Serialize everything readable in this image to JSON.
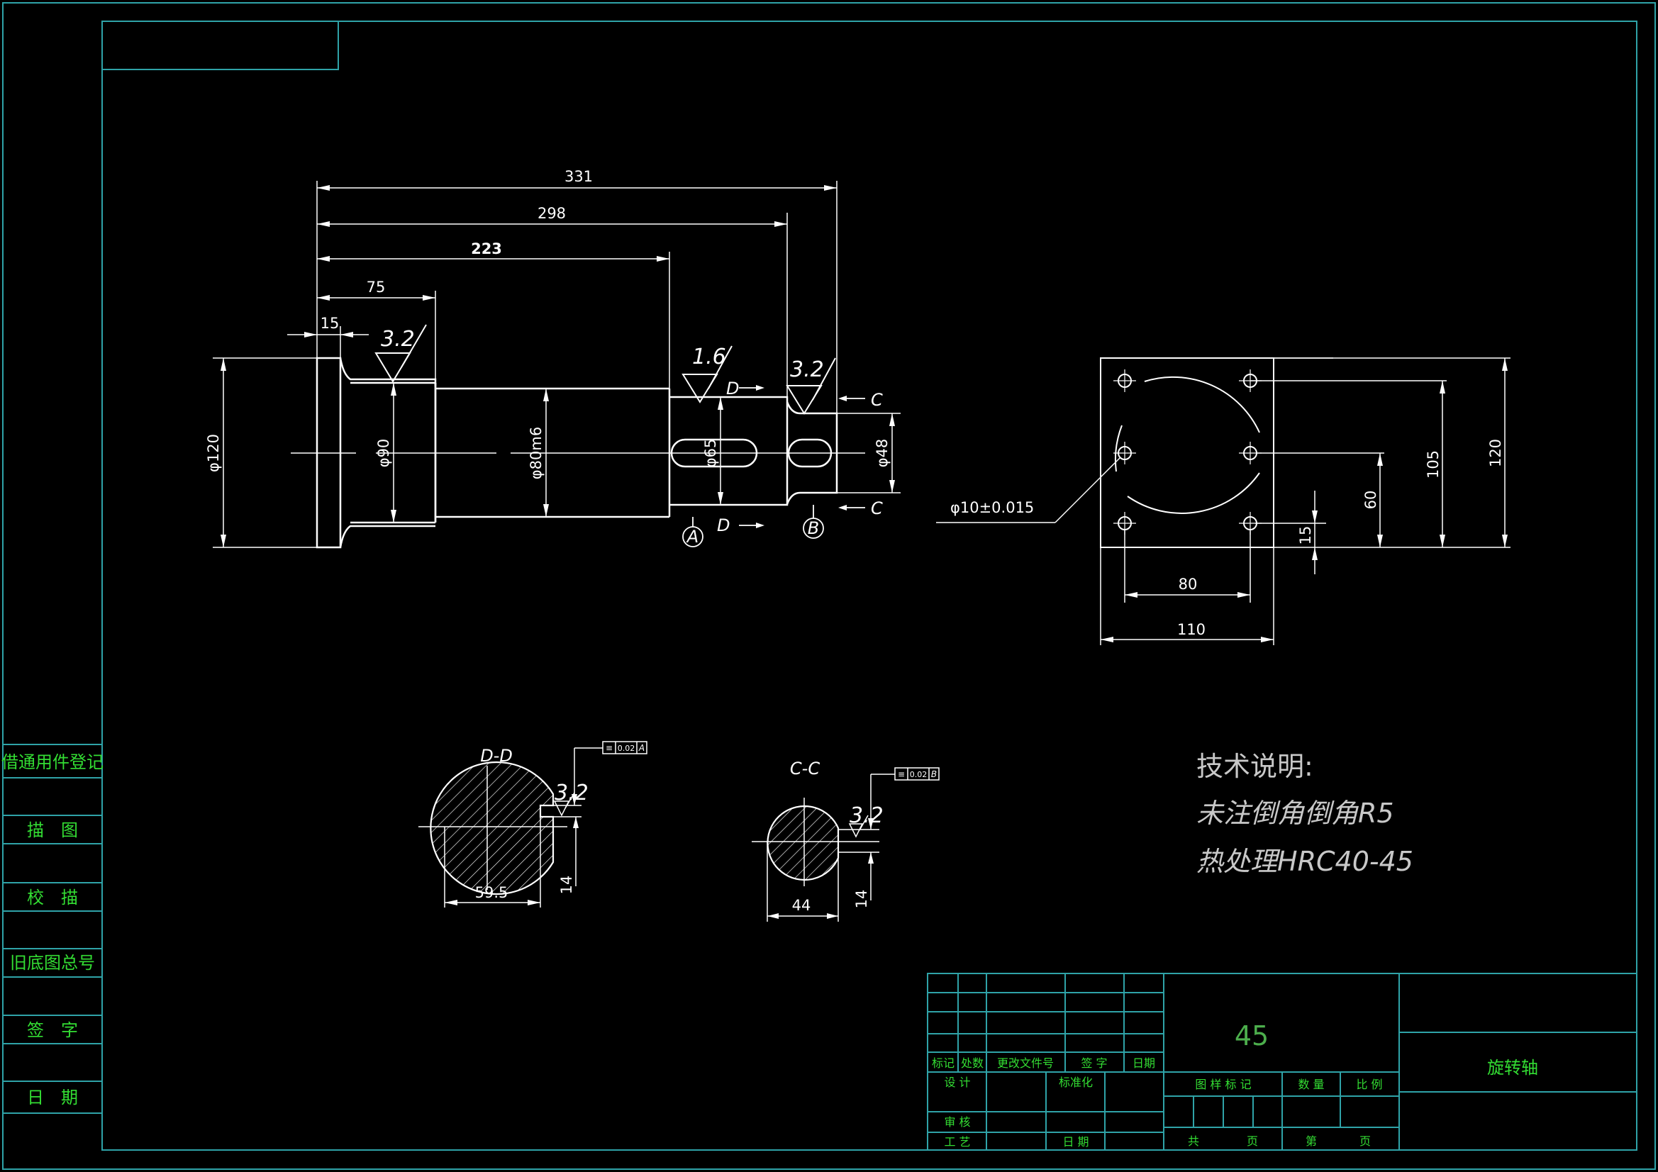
{
  "colors": {
    "background": "#000000",
    "frame_line": "#2fa3a8",
    "geometry_line": "#ffffff",
    "title_text": "#33dd33"
  },
  "left_strip": {
    "items": [
      "借通用件登记",
      "描　图",
      "校　描",
      "旧底图总号",
      "签　字",
      "日　期"
    ]
  },
  "shaft_view": {
    "dims": {
      "d331": "331",
      "d298": "298",
      "d223": "223",
      "d75": "75",
      "d15": "15",
      "phi120": "φ120",
      "phi90": "φ90",
      "phi80": "φ80m6",
      "phi65": "φ65",
      "phi48": "φ48"
    },
    "roughness": {
      "r1": "3.2",
      "r2": "1.6",
      "r3": "3.2"
    },
    "markers": {
      "a": "A",
      "b": "B",
      "d_top": "D",
      "d_bottom": "D",
      "c_top": "C",
      "c_bottom": "C"
    }
  },
  "flange_view": {
    "hole_callout": "φ10±0.015",
    "dims": {
      "d120": "120",
      "d105": "105",
      "d60": "60",
      "d15": "15",
      "d80": "80",
      "d110": "110"
    }
  },
  "section_dd": {
    "title": "D-D",
    "width": "59.5",
    "key": "14",
    "roughness": "3.2",
    "tolerance": {
      "symbol": "≡",
      "value": "0.02",
      "datum": "A"
    }
  },
  "section_cc": {
    "title": "C-C",
    "width": "44",
    "key": "14",
    "roughness": "3.2",
    "tolerance": {
      "symbol": "≡",
      "value": "0.02",
      "datum": "B"
    }
  },
  "notes": {
    "title": "技术说明:",
    "line1": "未注倒角倒角R5",
    "line2": "热处理HRC40-45"
  },
  "title_block": {
    "material": "45",
    "part_name": "旋转轴",
    "header_row": [
      "标记",
      "处数",
      "更改文件号",
      "签 字",
      "日期"
    ],
    "design": "设 计",
    "standardize": "标准化",
    "review": "审 核",
    "process": "工 艺",
    "date": "日 期",
    "stage_mark": "图 样 标 记",
    "quantity": "数 量",
    "scale": "比 例",
    "total": "共",
    "sheets": "页",
    "sheet_no": "第",
    "sheet_pages": "页"
  }
}
